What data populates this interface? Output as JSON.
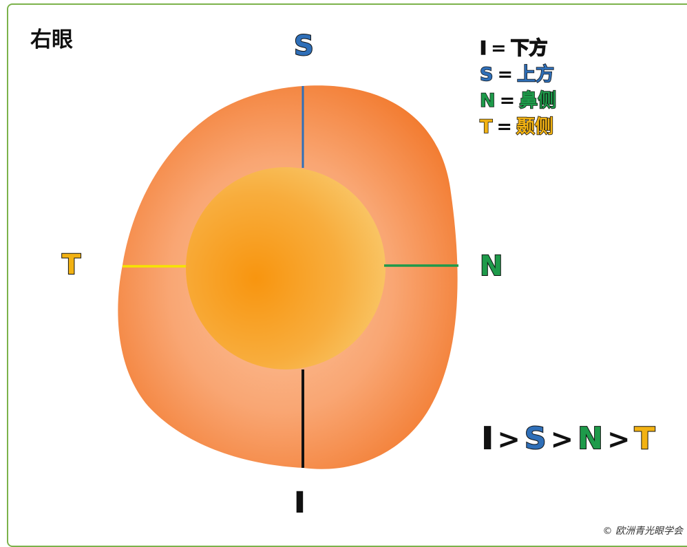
{
  "title": "右眼",
  "directions": {
    "superior": {
      "letter": "S",
      "color": "#2f6fb8"
    },
    "nasal": {
      "letter": "N",
      "color": "#1e9a4a"
    },
    "temporal": {
      "letter": "T",
      "color": "#f2b213"
    },
    "inferior": {
      "letter": "I",
      "color": "#111111"
    }
  },
  "legend": [
    {
      "key": "I",
      "eq": "=",
      "label": "下方",
      "key_color": "#111111",
      "label_color": "#111111"
    },
    {
      "key": "S",
      "eq": "=",
      "label": "上方",
      "key_color": "#2f6fb8",
      "label_color": "#2f6fb8"
    },
    {
      "key": "N",
      "eq": "=",
      "label": "鼻侧",
      "key_color": "#1e9a4a",
      "label_color": "#1e9a4a"
    },
    {
      "key": "T",
      "eq": "=",
      "label": "颞侧",
      "key_color": "#f2b213",
      "label_color": "#f2b213"
    }
  ],
  "order": {
    "items": [
      {
        "letter": "I",
        "color": "#111111"
      },
      {
        "letter": "S",
        "color": "#2f6fb8"
      },
      {
        "letter": "N",
        "color": "#1e9a4a"
      },
      {
        "letter": "T",
        "color": "#f2b213"
      }
    ],
    "separator": ">"
  },
  "colors": {
    "rim_outer": "#f27a2e",
    "rim_inner": "#f9b38a",
    "cup_center": "#f89a1a",
    "cup_edge": "#f8bf66",
    "line_superior": "#2f6fb8",
    "line_nasal": "#1e9a4a",
    "line_temporal": "#f5e400",
    "line_inferior": "#111111",
    "frame": "#7bb24a"
  },
  "copyright": "© 欧洲青光眼学会"
}
